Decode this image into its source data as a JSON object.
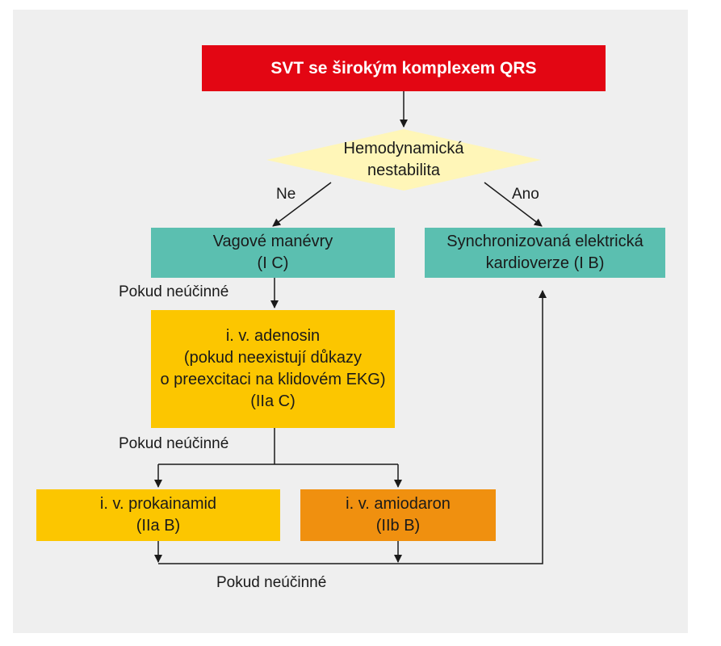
{
  "title": "SVT se širokým komplexem QRS",
  "decision": {
    "line1": "Hemodynamická",
    "line2": "nestabilita"
  },
  "branch_no": "Ne",
  "branch_yes": "Ano",
  "vagal": {
    "line1": "Vagové manévry",
    "line2": "(I C)"
  },
  "cardioversion": {
    "line1": "Synchronizovaná elektrická",
    "line2": "kardioverze (I B)"
  },
  "if_ineffective_1": "Pokud neúčinné",
  "adenosine": {
    "line1": "i. v. adenosin",
    "line2": "(pokud neexistují důkazy",
    "line3": "o preexcitaci na klidovém EKG)",
    "line4": "(IIa C)"
  },
  "if_ineffective_2": "Pokud neúčinné",
  "procainamide": {
    "line1": "i. v. prokainamid",
    "line2": "(IIa B)"
  },
  "amiodarone": {
    "line1": "i. v. amiodaron",
    "line2": "(IIb B)"
  },
  "if_ineffective_3": "Pokud neúčinné",
  "colors": {
    "title": "#e30613",
    "decision": "#fff6b8",
    "teal": "#5bbfb0",
    "yellow": "#fcc600",
    "orange": "#f0900f",
    "background": "#efefef"
  }
}
